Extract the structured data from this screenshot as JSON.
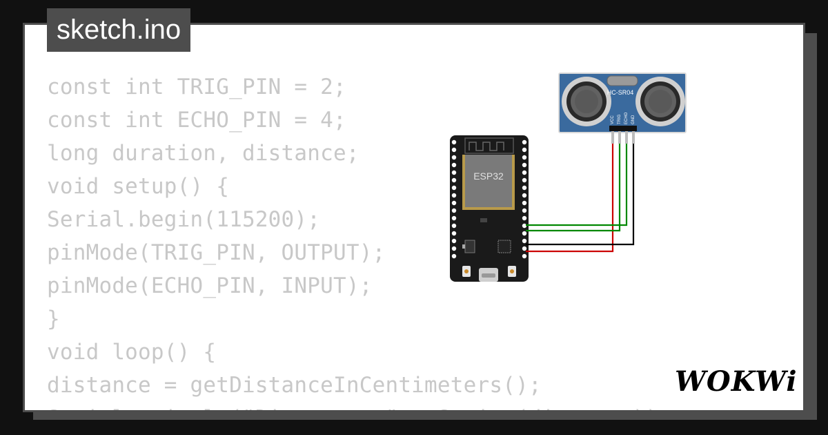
{
  "tab": {
    "filename": "sketch.ino"
  },
  "code": {
    "lines": [
      "const int TRIG_PIN = 2;",
      "const int ECHO_PIN = 4;",
      "long duration, distance;",
      "void setup() {",
      "Serial.begin(115200);",
      "pinMode(TRIG_PIN, OUTPUT);",
      "pinMode(ECHO_PIN, INPUT);",
      "}",
      "void loop() {",
      "distance = getDistanceInCentimeters();",
      "Serial.println(\"Distance: \" + String(distance));"
    ]
  },
  "circuit": {
    "board_label": "ESP32",
    "sensor_label": "HC-SR04",
    "sensor_pins": [
      "VCC",
      "TRIG",
      "ECHO",
      "GND"
    ],
    "wire_colors": {
      "power": "#cc0000",
      "signal": "#008800",
      "ground": "#000000"
    },
    "board_color": "#1a1a1a",
    "sensor_color": "#3a6a9e"
  },
  "brand": {
    "logo_text": "WOKWi"
  },
  "colors": {
    "background": "#111111",
    "panel_border": "#4d4d4d",
    "code_text": "#c8c8c8"
  }
}
